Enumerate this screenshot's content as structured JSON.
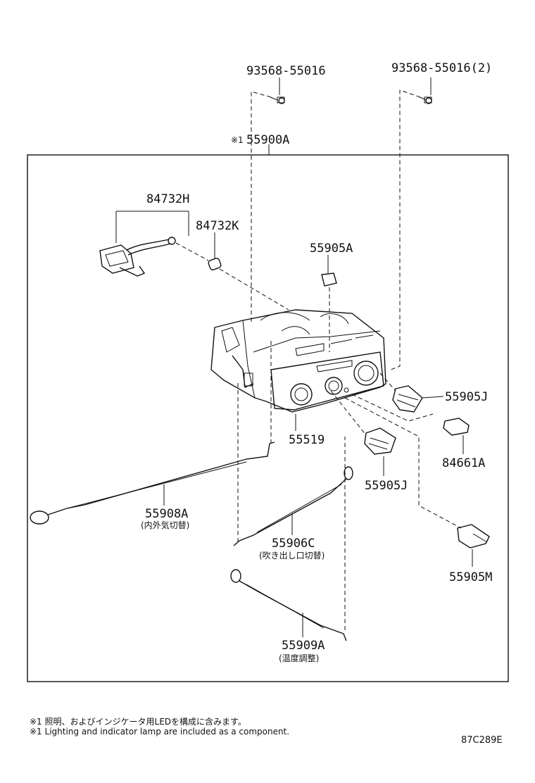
{
  "labels": {
    "screw_left": "93568-55016",
    "screw_right": "93568-55016(2)",
    "assembly_mark": "※1",
    "assembly": "55900A",
    "harness": "84732H",
    "bulb": "84732K",
    "knob_cap": "55905A",
    "knob_j_right": "55905J",
    "lamp": "84661A",
    "panel": "55519",
    "knob_j_lower": "55905J",
    "knob_m": "55905M",
    "cable_a": "55908A",
    "cable_a_note": "(内外気切替)",
    "cable_c": "55906C",
    "cable_c_note": "(吹き出し口切替)",
    "cable_9": "55909A",
    "cable_9_note": "(温度調整)"
  },
  "notes": {
    "jp": "※1 照明、およびインジケータ用LEDを構成に含みます。",
    "en": "※1 Lighting and indicator lamp are included as a component."
  },
  "diagram_code": "87C289E"
}
